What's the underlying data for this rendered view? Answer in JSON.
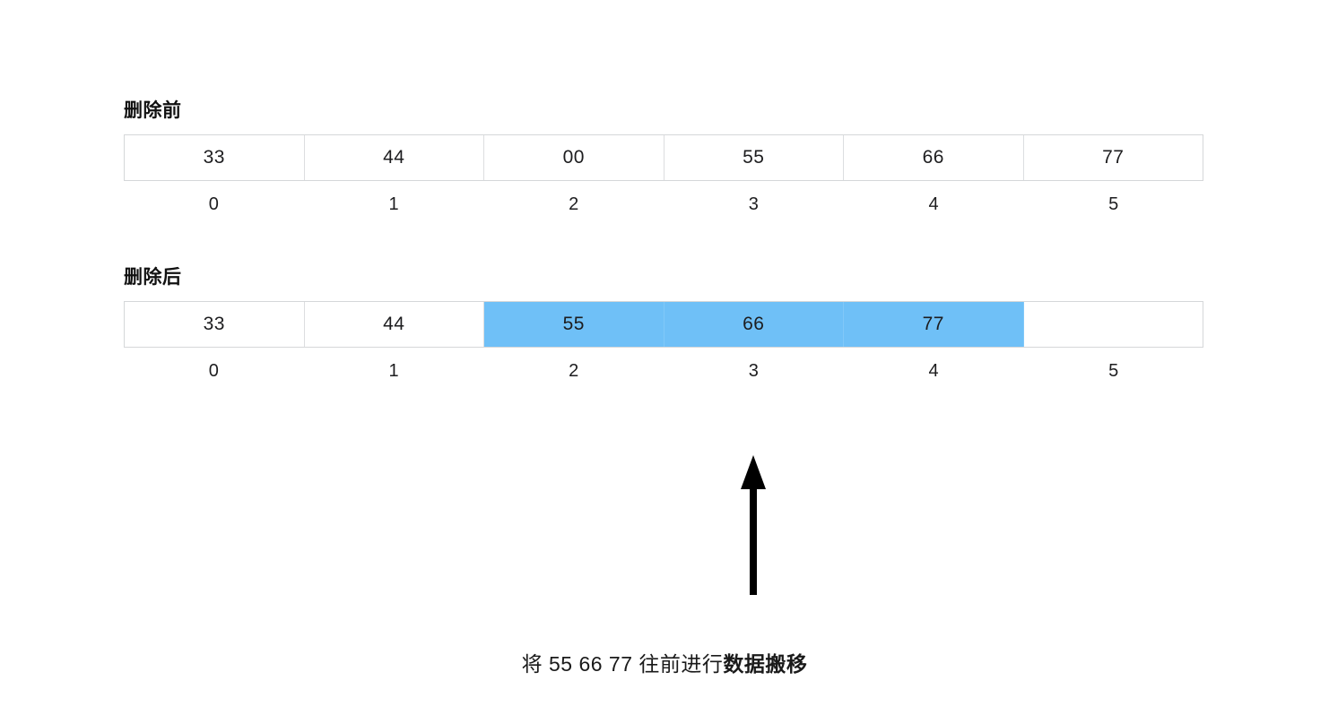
{
  "diagram": {
    "sections": [
      {
        "id": "before",
        "title": "删除前",
        "cells": [
          {
            "value": "33",
            "highlight": false
          },
          {
            "value": "44",
            "highlight": false
          },
          {
            "value": "00",
            "highlight": false
          },
          {
            "value": "55",
            "highlight": false
          },
          {
            "value": "66",
            "highlight": false
          },
          {
            "value": "77",
            "highlight": false
          }
        ],
        "indices": [
          "0",
          "1",
          "2",
          "3",
          "4",
          "5"
        ]
      },
      {
        "id": "after",
        "title": "删除后",
        "cells": [
          {
            "value": "33",
            "highlight": false
          },
          {
            "value": "44",
            "highlight": false
          },
          {
            "value": "55",
            "highlight": true
          },
          {
            "value": "66",
            "highlight": true
          },
          {
            "value": "77",
            "highlight": true
          },
          {
            "value": "",
            "highlight": false
          }
        ],
        "indices": [
          "0",
          "1",
          "2",
          "3",
          "4",
          "5"
        ]
      }
    ],
    "arrow": {
      "icon": "arrow-up-icon",
      "direction": "up",
      "color": "#000000"
    },
    "caption": {
      "normal_text": "将 55 66 77 往前进行",
      "strong_text": "数据搬移"
    },
    "colors": {
      "highlight": "#6fc0f7",
      "border": "#d5d7d9",
      "text": "#1d1d1f",
      "background": "#ffffff"
    }
  }
}
